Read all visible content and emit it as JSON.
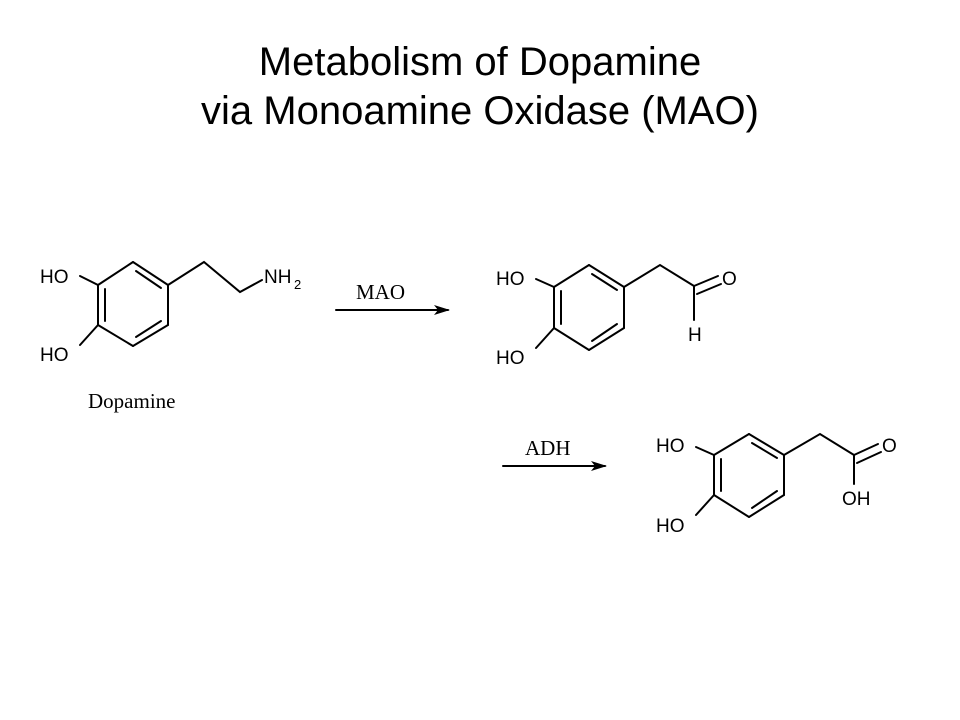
{
  "title": {
    "line1": "Metabolism of Dopamine",
    "line2": "via Monoamine Oxidase (MAO)"
  },
  "dopamine": {
    "ho_top": "HO",
    "ho_bottom": "HO",
    "amine": "NH",
    "amine_subscript": "2",
    "name": "Dopamine"
  },
  "arrow_mao": {
    "label": "MAO"
  },
  "aldehyde": {
    "ho_top": "HO",
    "ho_bottom": "HO",
    "oxygen": "O",
    "hydrogen": "H"
  },
  "arrow_adh": {
    "label": "ADH"
  },
  "acid": {
    "ho_top": "HO",
    "ho_bottom": "HO",
    "oxygen": "O",
    "hydroxyl": "OH"
  }
}
